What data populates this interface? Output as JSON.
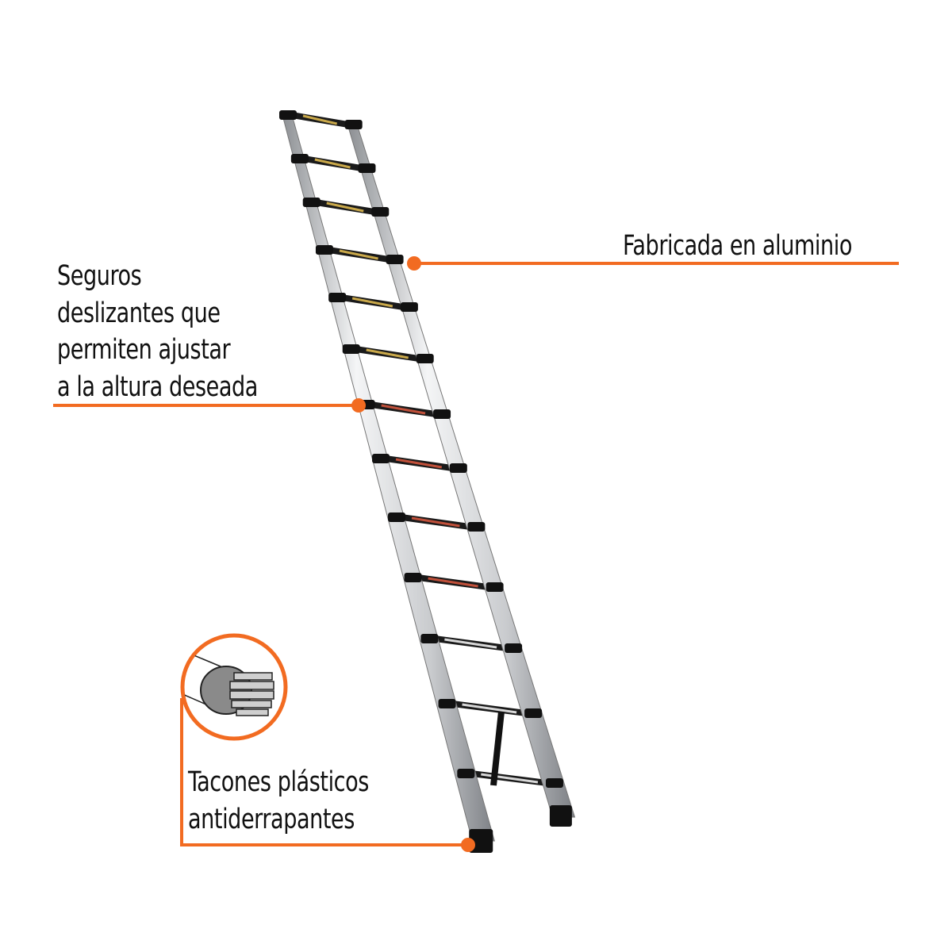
{
  "accent_color": "#f26b21",
  "callouts": {
    "material": "Fabricada en aluminio",
    "locks": [
      "Seguros",
      "deslizantes que",
      "permiten ajustar",
      "a la altura deseada"
    ],
    "feet": [
      "Tacones plásticos",
      "antiderrapantes"
    ]
  },
  "icons": {
    "inset": "ladder-foot-detail-icon"
  }
}
